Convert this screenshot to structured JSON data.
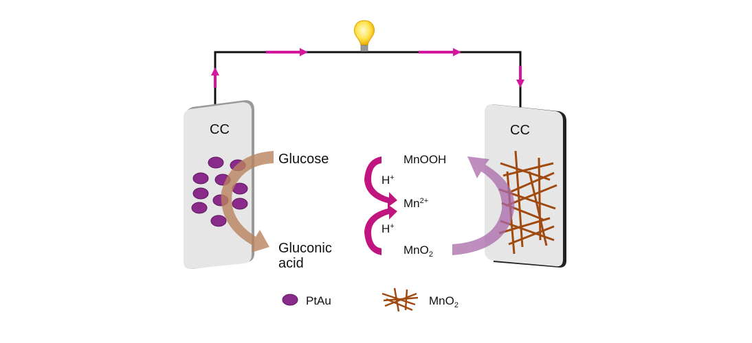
{
  "electrodes": {
    "left_label": "CC",
    "right_label": "CC"
  },
  "anode": {
    "reactant": "Glucose",
    "product_line1": "Gluconic",
    "product_line2": "acid"
  },
  "cathode": {
    "species_top": "MnOOH",
    "species_mid_base": "Mn",
    "species_mid_sup": "2+",
    "species_bottom_base": "MnO",
    "species_bottom_sub": "2",
    "proton_base": "H",
    "proton_sup": "+"
  },
  "legend": {
    "ptau_label": "PtAu",
    "mno2_base": "MnO",
    "mno2_sub": "2"
  },
  "colors": {
    "wire": "#111111",
    "current_arrow": "#d3169b",
    "ptau": "#8a2a8a",
    "mno2": "#a04a10",
    "anode_arrow": "#c08a68",
    "cathode_arrow": "#a869a8",
    "mn_arrow": "#c0157f",
    "electrode": "#e6e6e6"
  }
}
